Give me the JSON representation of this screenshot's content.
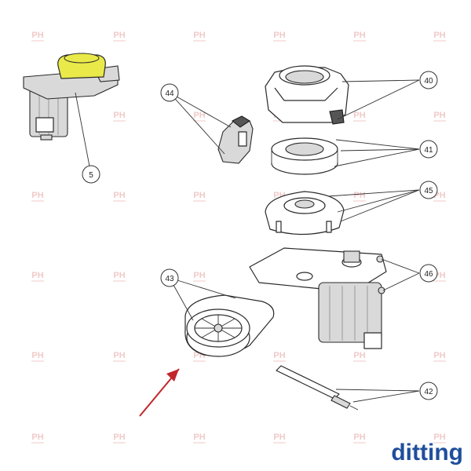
{
  "callouts": [
    {
      "label": "40"
    },
    {
      "label": "41"
    },
    {
      "label": "45"
    },
    {
      "label": "44"
    },
    {
      "label": "5"
    },
    {
      "label": "43"
    },
    {
      "label": "46"
    },
    {
      "label": "42"
    }
  ],
  "brand": {
    "name": "ditting",
    "color": "#1f4e9c"
  },
  "watermark": {
    "text": "PH"
  },
  "colors": {
    "highlight_arrow": "#c0272d",
    "yellow_part": "#e9e94a"
  }
}
